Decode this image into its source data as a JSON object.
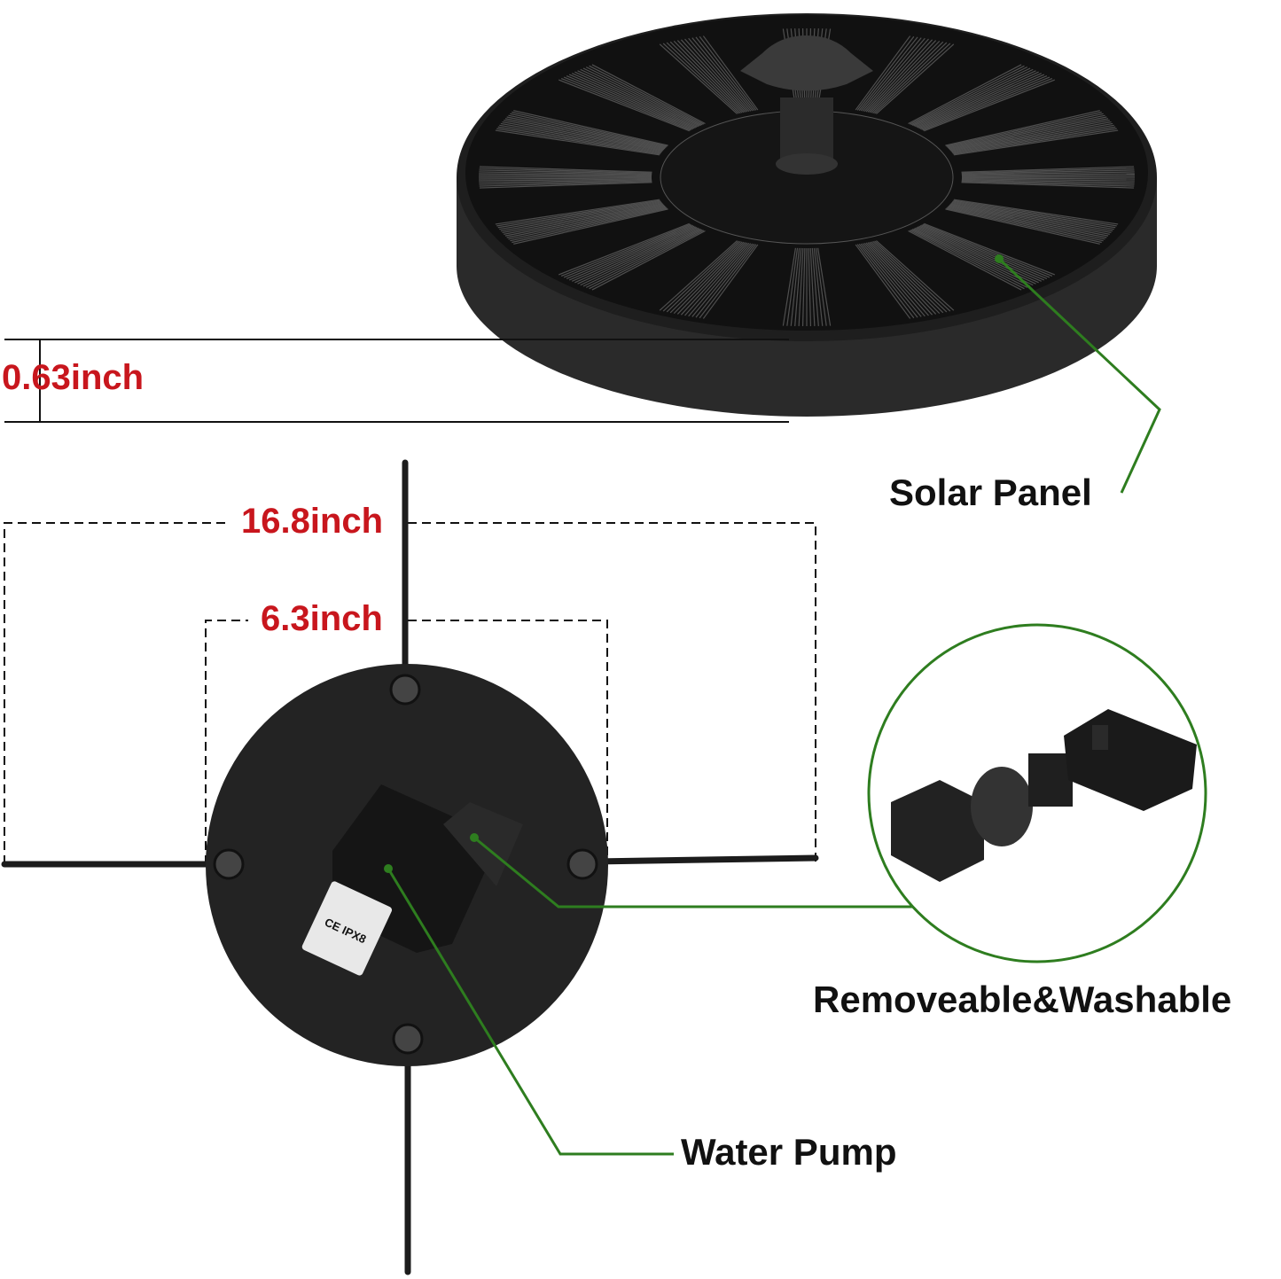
{
  "dimensions": {
    "height": "0.63inch",
    "outer_diameter": "16.8inch",
    "panel_diameter": "6.3inch"
  },
  "callouts": {
    "solar_panel": "Solar Panel",
    "filter": "Removeable&Washable",
    "water_pump": "Water Pump"
  },
  "product_label": {
    "marks": "CE IPX8"
  },
  "colors": {
    "dimension_text": "#c8161d",
    "callout_line": "#2e7d1f",
    "product": "#1c1c1c"
  }
}
